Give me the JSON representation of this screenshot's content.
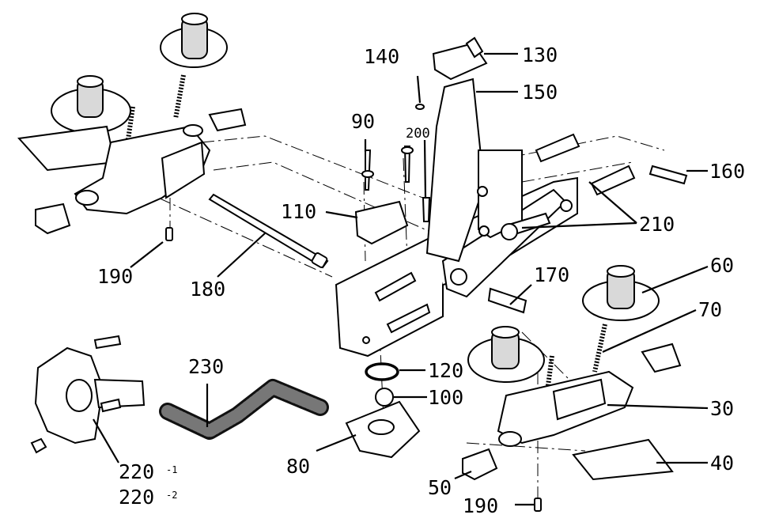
{
  "diagram": {
    "labels": [
      {
        "id": "l130",
        "text": "130"
      },
      {
        "id": "l140",
        "text": "140"
      },
      {
        "id": "l150",
        "text": "150"
      },
      {
        "id": "l90",
        "text": "90"
      },
      {
        "id": "l200",
        "text": "200"
      },
      {
        "id": "l160",
        "text": "160"
      },
      {
        "id": "l110",
        "text": "110"
      },
      {
        "id": "l210",
        "text": "210"
      },
      {
        "id": "l190a",
        "text": "190"
      },
      {
        "id": "l180",
        "text": "180"
      },
      {
        "id": "l60",
        "text": "60"
      },
      {
        "id": "l170",
        "text": "170"
      },
      {
        "id": "l70",
        "text": "70"
      },
      {
        "id": "l230",
        "text": "230"
      },
      {
        "id": "l120",
        "text": "120"
      },
      {
        "id": "l100",
        "text": "100"
      },
      {
        "id": "l30",
        "text": "30"
      },
      {
        "id": "l80",
        "text": "80"
      },
      {
        "id": "l40",
        "text": "40"
      },
      {
        "id": "l220a",
        "text": "220"
      },
      {
        "id": "l220a_sup",
        "text": "-1"
      },
      {
        "id": "l220b",
        "text": "220"
      },
      {
        "id": "l220b_sup",
        "text": "-2"
      },
      {
        "id": "l50",
        "text": "50"
      },
      {
        "id": "l190b",
        "text": "190"
      }
    ]
  }
}
